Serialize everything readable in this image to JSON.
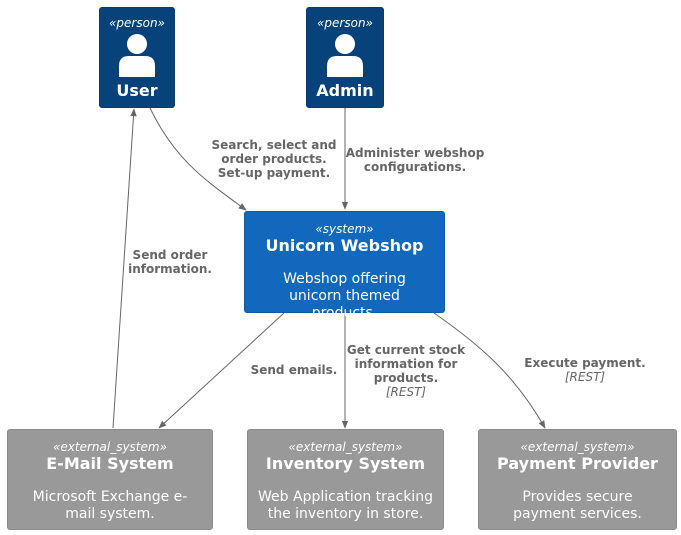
{
  "colors": {
    "person": "#08427b",
    "system": "#1168bd",
    "external_system": "#999999",
    "arrow": "#666666"
  },
  "nodes": {
    "user": {
      "stereotype": "«person»",
      "title": "User",
      "icon": "person-icon"
    },
    "admin": {
      "stereotype": "«person»",
      "title": "Admin",
      "icon": "person-icon"
    },
    "webshop": {
      "stereotype": "«system»",
      "title": "Unicorn Webshop",
      "description": "Webshop offering unicorn themed products."
    },
    "email": {
      "stereotype": "«external_system»",
      "title": "E-Mail System",
      "description": "Microsoft Exchange e-mail system."
    },
    "inventory": {
      "stereotype": "«external_system»",
      "title": "Inventory System",
      "description": "Web Application tracking the inventory in store."
    },
    "payment": {
      "stereotype": "«external_system»",
      "title": "Payment Provider",
      "description": "Provides secure payment services."
    }
  },
  "edges": {
    "user_webshop": {
      "label": "Search, select and order products. Set-up payment."
    },
    "admin_webshop": {
      "label": "Administer webshop configurations."
    },
    "email_user": {
      "label": "Send order information."
    },
    "webshop_email": {
      "label": "Send emails."
    },
    "webshop_inventory": {
      "label": "Get current stock information for products.",
      "technology": "[REST]"
    },
    "webshop_payment": {
      "label": "Execute payment.",
      "technology": "[REST]"
    }
  }
}
